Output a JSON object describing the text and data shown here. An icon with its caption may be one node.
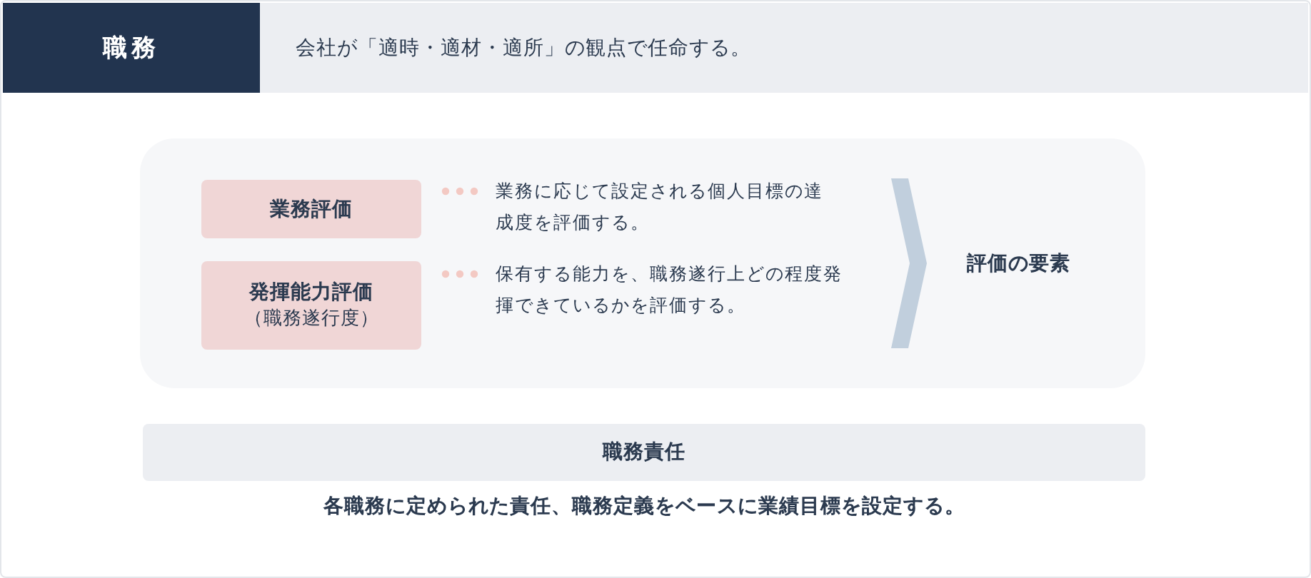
{
  "diagram": {
    "nodes": [
      {
        "text": [
          "職務"
        ]
      },
      {
        "text": [
          "会社が「適時・適材・適所」の観点で任命する。"
        ]
      },
      {
        "text": [],
        "shape": "box"
      },
      {
        "text": [
          "業務評価"
        ],
        "in": 2
      },
      {
        "text": [
          "発揮能力評価",
          "（職務遂行度）"
        ],
        "in": 2
      },
      {
        "text": [
          "評価の要素"
        ],
        "in": 2
      },
      {
        "text": [
          "職務責任"
        ],
        "beside": [
          "各職務に定められた責任、職務定義をベースに業績目標を設定する。"
        ]
      }
    ],
    "edges": [
      {
        "from": null,
        "to": 5,
        "arrow": "to"
      }
    ],
    "labels": [
      "業務に応じて設定される個人目標の達成度を評価する。",
      "保有する能力を、職務遂行上どの程度発揮できているかを評価する。"
    ]
  }
}
